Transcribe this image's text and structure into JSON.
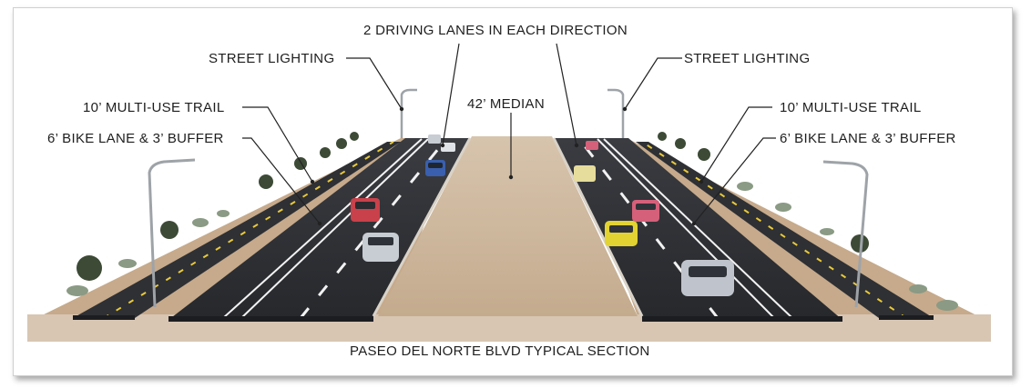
{
  "labels": {
    "driving_lanes": "2 DRIVING LANES IN EACH DIRECTION",
    "street_lighting_left": "STREET LIGHTING",
    "street_lighting_right": "STREET LIGHTING",
    "median": "42’ MEDIAN",
    "trail_left": "10’ MULTI-USE TRAIL",
    "trail_right": "10’ MULTI-USE TRAIL",
    "bike_lane_left": "6’ BIKE LANE & 3’ BUFFER",
    "bike_lane_right": "6’ BIKE LANE & 3’ BUFFER",
    "caption": "PASEO DEL NORTE BLVD TYPICAL SECTION"
  },
  "colors": {
    "asphalt": "#2b2d31",
    "median": "#c8b297",
    "ground": "#c9ad8e",
    "lane_marking": "#f2f2f2",
    "trail_marking": "#e9c93a",
    "leader_line": "#222222"
  },
  "vehicles": [
    {
      "name": "red-pickup",
      "color": "#c9414a"
    },
    {
      "name": "silver-sedan",
      "color": "#c8ccd3"
    },
    {
      "name": "blue-car",
      "color": "#3a5fae"
    },
    {
      "name": "yellow-taxi",
      "color": "#e2d232"
    },
    {
      "name": "pink-car",
      "color": "#d5607a"
    },
    {
      "name": "silver-suv",
      "color": "#bfc4cc"
    }
  ]
}
